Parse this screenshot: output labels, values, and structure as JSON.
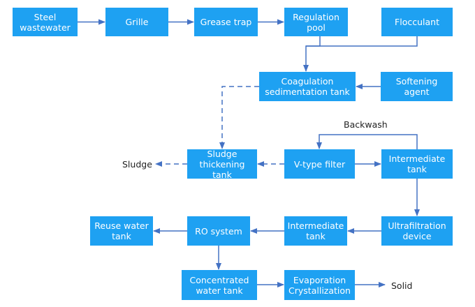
{
  "diagram": {
    "nodes": {
      "steel_wastewater": "Steel\nwastewater",
      "grille": "Grille",
      "grease_trap": "Grease trap",
      "regulation_pool": "Regulation\npool",
      "flocculant": "Flocculant",
      "coagulation_tank": "Coagulation\nsedimentation tank",
      "softening_agent": "Softening\nagent",
      "sludge_thickening_tank": "Sludge\nthickening tank",
      "v_type_filter": "V-type filter",
      "intermediate_tank_1": "Intermediate\ntank",
      "reuse_water_tank": "Reuse water\ntank",
      "ro_system": "RO system",
      "intermediate_tank_2": "Intermediate\ntank",
      "ultrafiltration_device": "Ultrafiltration\ndevice",
      "concentrated_water_tank": "Concentrated\nwater tank",
      "evaporation_crystallization": "Evaporation\nCrystallization"
    },
    "labels": {
      "backwash": "Backwash",
      "sludge": "Sludge",
      "solid": "Solid"
    },
    "colors": {
      "box_fill": "#1ea1f2",
      "box_text": "#ffffff",
      "connector": "#4472c4"
    },
    "edges": [
      {
        "from": "steel_wastewater",
        "to": "grille",
        "style": "solid"
      },
      {
        "from": "grille",
        "to": "grease_trap",
        "style": "solid"
      },
      {
        "from": "grease_trap",
        "to": "regulation_pool",
        "style": "solid"
      },
      {
        "from": "regulation_pool",
        "to": "coagulation_tank",
        "style": "solid"
      },
      {
        "from": "flocculant",
        "to": "coagulation_tank",
        "style": "solid"
      },
      {
        "from": "softening_agent",
        "to": "coagulation_tank",
        "style": "solid"
      },
      {
        "from": "coagulation_tank",
        "to": "sludge_thickening_tank",
        "style": "dashed"
      },
      {
        "from": "v_type_filter",
        "to": "sludge_thickening_tank",
        "style": "dashed"
      },
      {
        "from": "sludge_thickening_tank",
        "to": "sludge",
        "style": "dashed"
      },
      {
        "from": "v_type_filter",
        "to": "intermediate_tank_1",
        "style": "solid"
      },
      {
        "from": "intermediate_tank_1",
        "to": "v_type_filter",
        "style": "solid",
        "label": "backwash"
      },
      {
        "from": "intermediate_tank_1",
        "to": "ultrafiltration_device",
        "style": "solid"
      },
      {
        "from": "ultrafiltration_device",
        "to": "intermediate_tank_2",
        "style": "solid"
      },
      {
        "from": "intermediate_tank_2",
        "to": "ro_system",
        "style": "solid"
      },
      {
        "from": "ro_system",
        "to": "reuse_water_tank",
        "style": "solid"
      },
      {
        "from": "ro_system",
        "to": "concentrated_water_tank",
        "style": "solid"
      },
      {
        "from": "concentrated_water_tank",
        "to": "evaporation_crystallization",
        "style": "solid"
      },
      {
        "from": "evaporation_crystallization",
        "to": "solid",
        "style": "solid"
      }
    ]
  }
}
